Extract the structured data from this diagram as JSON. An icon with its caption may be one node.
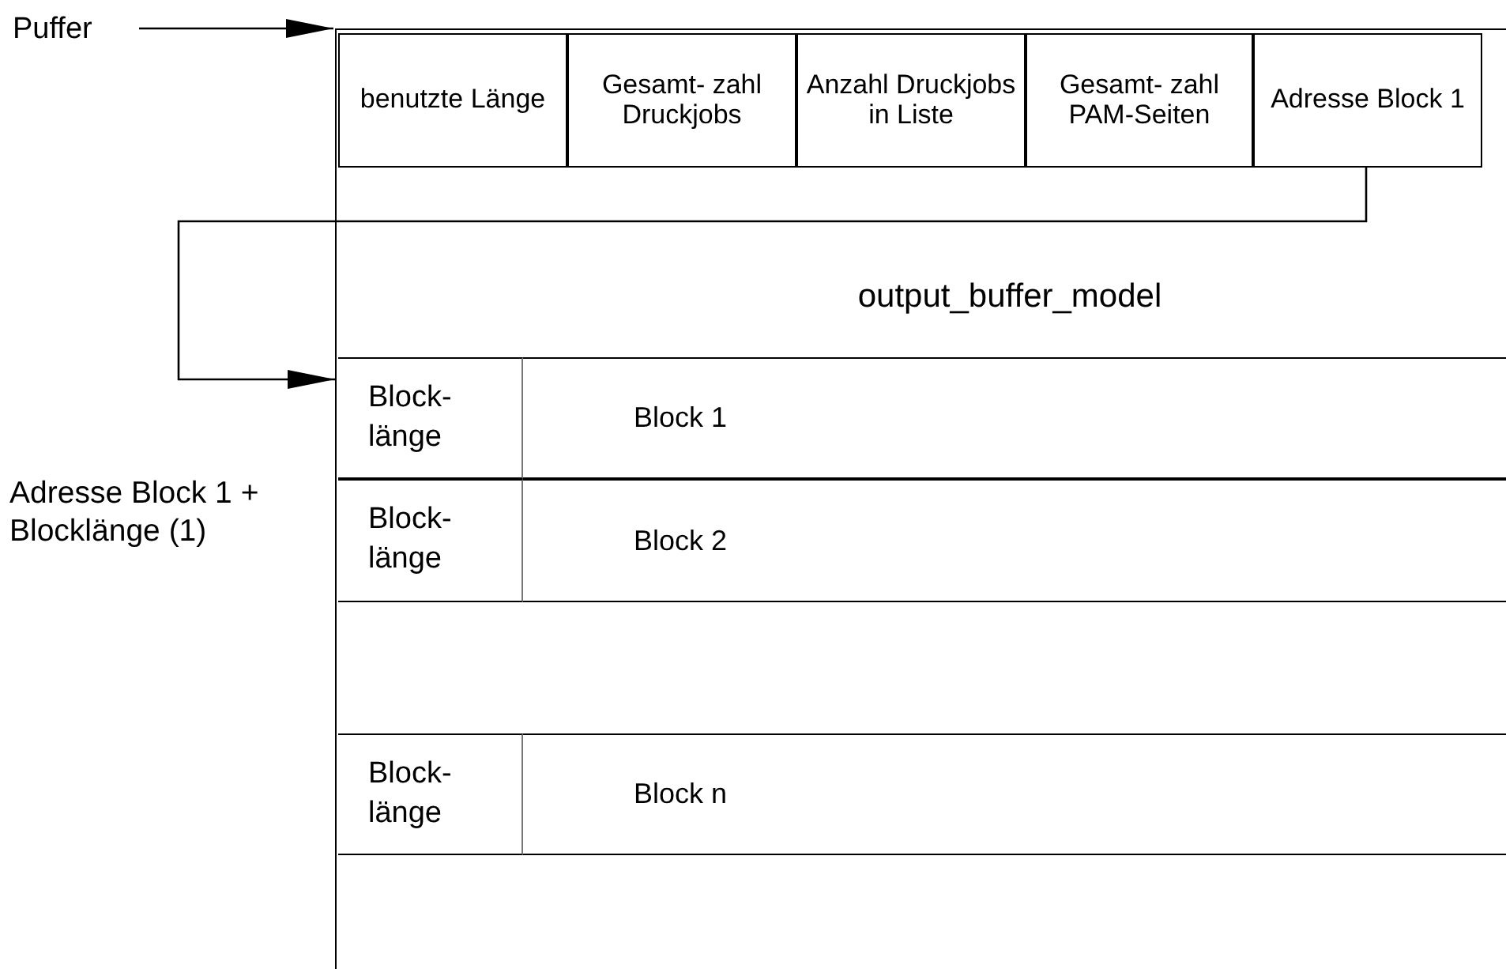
{
  "diagram": {
    "nodes": [
      {
        "text": [
          "Puffer"
        ]
      },
      {
        "text": [],
        "shape": "box"
      },
      {
        "text": [
          "benutzte Länge"
        ],
        "in": 1
      },
      {
        "text": [
          "Gesamt- zahl Druckjobs"
        ],
        "in": 1
      },
      {
        "text": [
          "Anzahl Druckjobs in Liste"
        ],
        "in": 1
      },
      {
        "text": [
          "Gesamt- zahl PAM-Seiten"
        ],
        "in": 1
      },
      {
        "text": [
          "Adresse Block 1"
        ],
        "in": 1
      },
      {
        "text": [
          "output_buffer_model"
        ],
        "in": 1
      },
      {
        "text": [
          "Block- länge"
        ],
        "in": 1
      },
      {
        "text": [
          "Block 1"
        ],
        "in": 1
      },
      {
        "text": [
          "Block- länge"
        ],
        "in": 1
      },
      {
        "text": [
          "Block 2"
        ],
        "in": 1
      },
      {
        "text": [
          "Block- länge"
        ],
        "in": 1
      },
      {
        "text": [
          "Block n"
        ],
        "in": 1
      }
    ],
    "edges": [
      {
        "from": 0,
        "to": 1,
        "arrow": "to"
      },
      {
        "from": 6,
        "to": 8,
        "arrow": "to"
      }
    ],
    "labels": [
      "Adresse Block 1 + Blocklänge (1)"
    ]
  }
}
